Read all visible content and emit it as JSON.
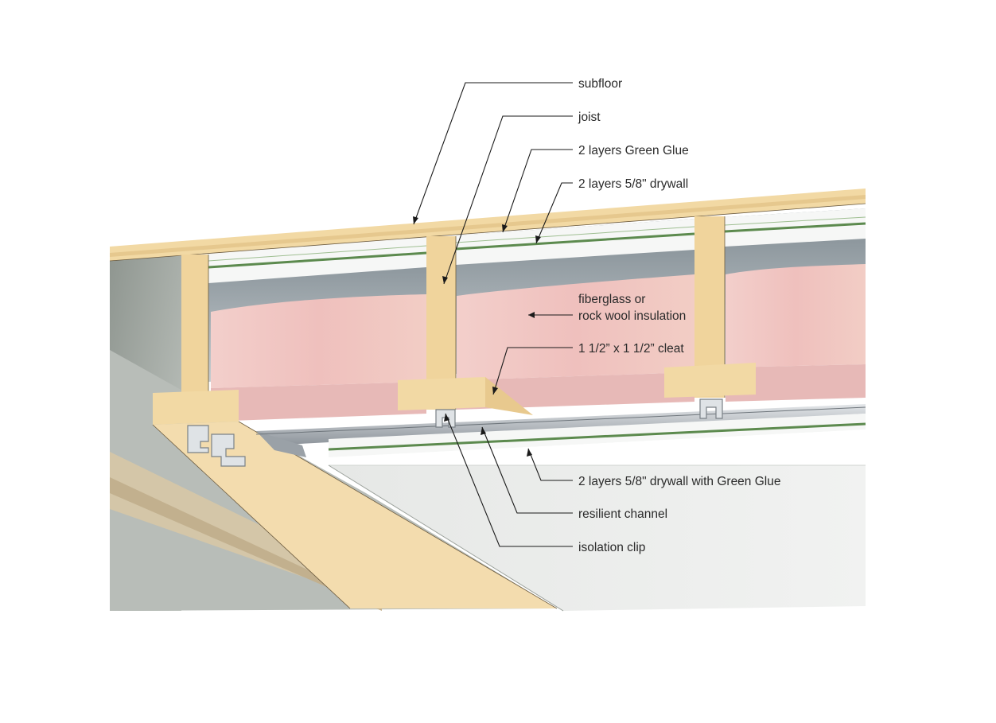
{
  "labels": {
    "subfloor": "subfloor",
    "joist": "joist",
    "green_glue": "2 layers Green Glue",
    "drywall_upper": "2 layers 5/8\" drywall",
    "insulation_line1": "fiberglass or",
    "insulation_line2": "rock wool insulation",
    "cleat": "1 1/2” x 1 1/2” cleat",
    "drywall_lower": "2 layers 5/8\" drywall with Green Glue",
    "resilient_channel": "resilient channel",
    "isolation_clip": "isolation clip"
  },
  "colors": {
    "wood": "#f2d9a4",
    "wood_dark": "#d9b77a",
    "insulation": "#f1c6c4",
    "drywall": "#f4f5f4",
    "green_glue": "#5c8a4e",
    "wall_gray": "#aab0ab",
    "metal": "#b9bec3"
  }
}
